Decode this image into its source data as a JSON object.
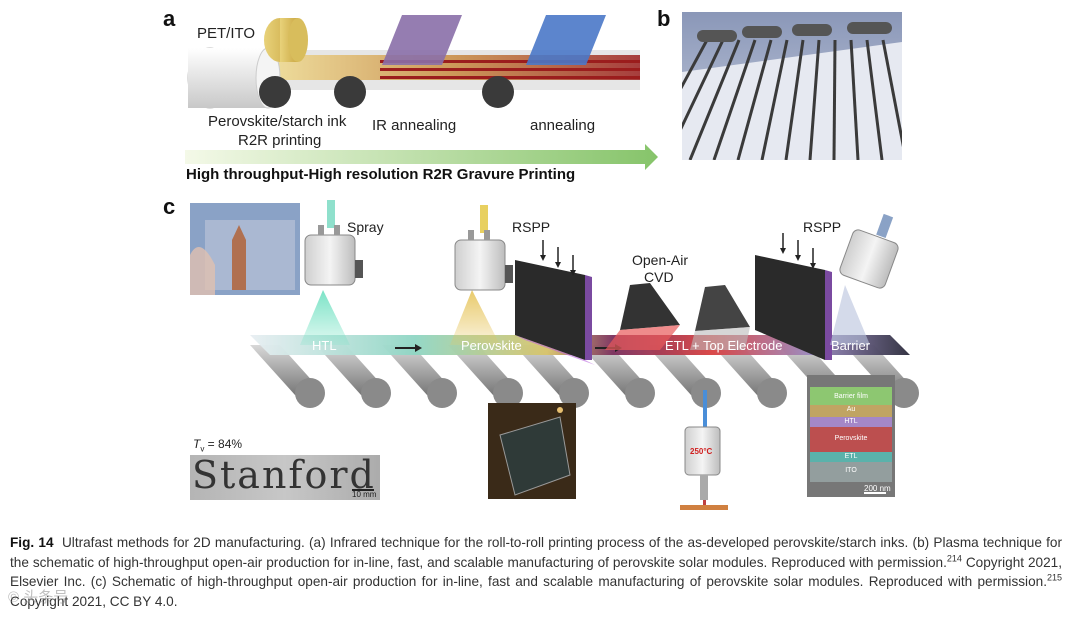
{
  "panel_a": {
    "label": "a",
    "substrate": "PET/ITO",
    "step1_line1": "Perovskite/starch ink",
    "step1_line2": "R2R printing",
    "step2": "IR annealing",
    "step3": "annealing",
    "banner": "High throughput-High resolution R2R Gravure Printing"
  },
  "panel_b": {
    "label": "b"
  },
  "panel_c": {
    "label": "c",
    "spray": "Spray",
    "rspp_left": "RSPP",
    "open_air_line1": "Open-Air",
    "open_air_line2": "CVD",
    "rspp_right": "RSPP",
    "htl": "HTL",
    "perovskite": "Perovskite",
    "etl_top": "ETL + Top Electrode",
    "barrier": "Barrier",
    "tv_prefix": "T",
    "tv_sub": "v",
    "tv_value": " = 84%",
    "stanford_word": "Stanford",
    "scale_10mm": "10 mm",
    "heater_temp": "250°C",
    "layers": [
      "Barrier film",
      "Au",
      "HTL",
      "Perovskite",
      "ETL",
      "ITO"
    ],
    "scale_200nm": "200 nm"
  },
  "caption": {
    "fig": "Fig. 14",
    "text1": "Ultrafast methods for 2D manufacturing. (a) Infrared technique for the roll-to-roll printing process of the as-developed perovskite/starch inks. (b) Plasma technique for the schematic of high-throughput open-air production for in-line, fast, and scalable manufacturing of perovskite solar modules. Reproduced with permission.",
    "ref1": "214",
    "text2": " Copyright 2021, Elsevier Inc. (c) Schematic of high-throughput open-air production for in-line, fast and scalable manufacturing of perovskite solar modules. Reproduced with permission.",
    "ref2": "215",
    "text3": " Copyright 2021, CC BY 4.0."
  },
  "watermark": "© 头条号"
}
